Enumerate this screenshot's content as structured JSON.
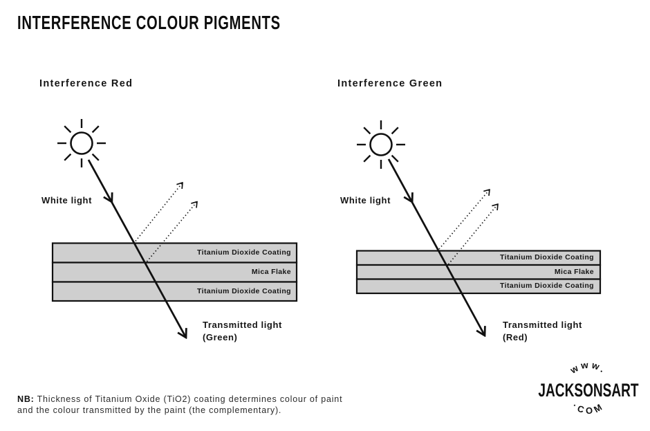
{
  "page": {
    "title": "INTERFERENCE COLOUR PIGMENTS"
  },
  "colors": {
    "ink": "#111111",
    "layer_fill": "#cfcfcf",
    "background": "#ffffff"
  },
  "diagrams": [
    {
      "heading": "Interference Red",
      "source_label": "White light",
      "layers": [
        "Titanium Dioxide Coating",
        "Mica Flake",
        "Titanium Dioxide Coating"
      ],
      "transmitted_label": "Transmitted light",
      "transmitted_colour": "(Green)"
    },
    {
      "heading": "Interference Green",
      "source_label": "White light",
      "layers": [
        "Titanium Dioxide Coating",
        "Mica Flake",
        "Titanium Dioxide Coating"
      ],
      "transmitted_label": "Transmitted light",
      "transmitted_colour": "(Red)"
    }
  ],
  "note": {
    "prefix": "NB:",
    "line1": "Thickness of Titanium Oxide (TiO2) coating determines colour of paint",
    "line2": "and the colour transmitted by the paint (the complementary)."
  },
  "logo": {
    "arc_top": "www.",
    "name": "JACKSONSART",
    "arc_bottom": "·com"
  }
}
